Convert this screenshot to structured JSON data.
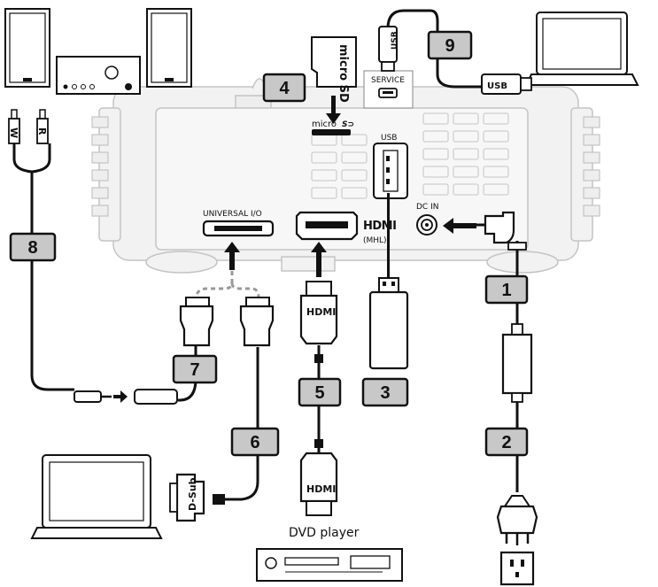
{
  "port_labels": {
    "microsd_port": "micro",
    "usb_port": "USB",
    "service_port": "SERVICE",
    "hdmi_port": "(MHL)",
    "dcin_port": "DC IN",
    "universal_io_port": "UNIVERSAL I/O"
  },
  "connector_labels": {
    "audio_white": "W",
    "audio_red": "R",
    "hdmi_top": "HDMI",
    "hdmi_bottom": "HDMI",
    "usb_plug_top": "USB",
    "usb_plug_laptop": "USB",
    "dsub": "D-Sub",
    "microsd_card": "micro SD"
  },
  "device_labels": {
    "dvd_player": "DVD player"
  },
  "callouts": [
    "1",
    "2",
    "3",
    "4",
    "5",
    "6",
    "7",
    "8",
    "9"
  ],
  "colors": {
    "projector_fill": "#f2f2f2",
    "projector_stroke": "#c4c4c4",
    "cable": "#111111",
    "badge_fill": "#c8c8c8"
  }
}
